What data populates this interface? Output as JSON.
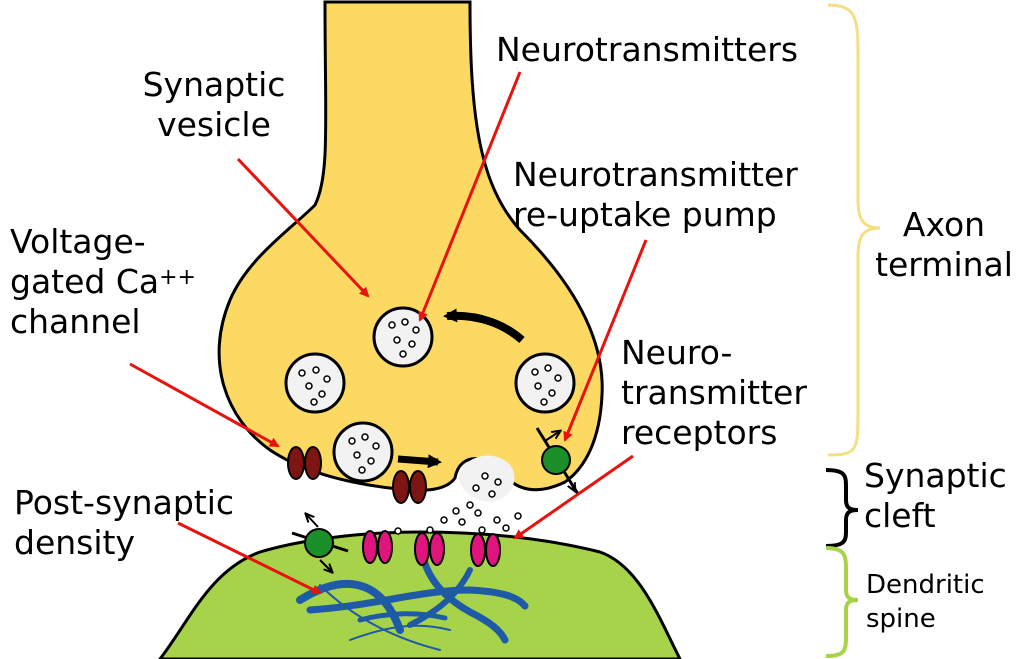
{
  "labels": {
    "synaptic_vesicle": [
      "Synaptic",
      "vesicle"
    ],
    "neurotransmitters": "Neurotransmitters",
    "reuptake_pump": [
      "Neurotransmitter",
      "re-uptake pump"
    ],
    "ca_channel": {
      "line1": "Voltage-",
      "line2_base": "gated Ca",
      "line2_sup": "++",
      "line3": "channel"
    },
    "receptors": [
      "Neuro-",
      "transmitter",
      "receptors"
    ],
    "post_synaptic_density": [
      "Post-synaptic",
      "density"
    ],
    "axon_terminal": [
      "Axon",
      "terminal"
    ],
    "synaptic_cleft": [
      "Synaptic",
      "cleft"
    ],
    "dendritic_spine": [
      "Dendritic",
      "spine"
    ]
  },
  "colors": {
    "axon_fill": "#fcd963",
    "spine_fill": "#a6d34a",
    "axon_brace": "#f4df85",
    "cleft_brace": "#000000",
    "spine_brace": "#a6d34a",
    "arrow": "#e8120f",
    "ca_channel": "#7d1513",
    "receptor": "#e1137c",
    "pump": "#1a8f2a",
    "filament": "#1f5aa6"
  },
  "icons": [
    "synaptic-vesicle-icon",
    "calcium-channel-icon",
    "receptor-icon",
    "reuptake-pump-icon",
    "cytoskeleton-filament-icon"
  ]
}
